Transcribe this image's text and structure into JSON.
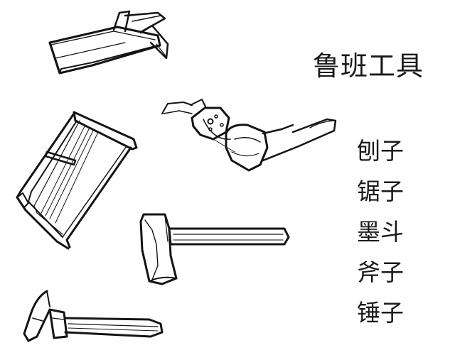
{
  "title": "鲁班工具",
  "tools": [
    {
      "label": "刨子",
      "icon": "plane-icon"
    },
    {
      "label": "锯子",
      "icon": "saw-icon"
    },
    {
      "label": "墨斗",
      "icon": "ink-line-icon"
    },
    {
      "label": "斧子",
      "icon": "axe-icon"
    },
    {
      "label": "锤子",
      "icon": "hammer-icon"
    }
  ],
  "colors": {
    "ink": "#141414",
    "paper": "#ffffff"
  }
}
